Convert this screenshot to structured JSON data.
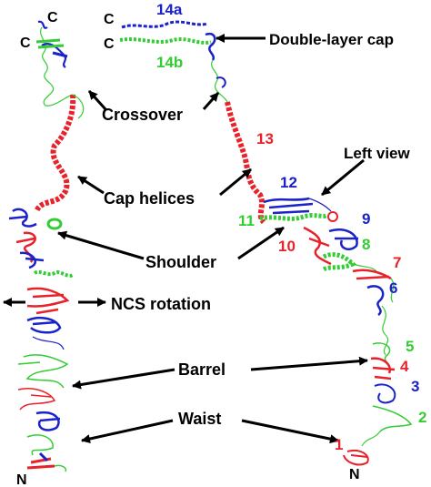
{
  "labels": {
    "double_layer_cap": "Double-layer cap",
    "crossover": "Crossover",
    "cap_helices": "Cap helices",
    "left_view": "Left view",
    "shoulder": "Shoulder",
    "ncs_rotation": "NCS rotation",
    "barrel": "Barrel",
    "waist": "Waist"
  },
  "termini": {
    "c_upper_left": "C",
    "c_lower_left": "C",
    "c_cap_top": "C",
    "c_cap_bottom": "C",
    "n_left": "N",
    "n_right": "N"
  },
  "domain_numbers": {
    "d14a": "14a",
    "d14b": "14b",
    "d13": "13",
    "d12": "12",
    "d11": "11",
    "d10": "10",
    "d9": "9",
    "d8": "8",
    "d7": "7",
    "d6": "6",
    "d5": "5",
    "d4": "4",
    "d3": "3",
    "d2": "2",
    "d1": "1"
  },
  "colors": {
    "red": "#e8222a",
    "green": "#33cc33",
    "blue": "#1a22c8",
    "black": "#000000"
  }
}
